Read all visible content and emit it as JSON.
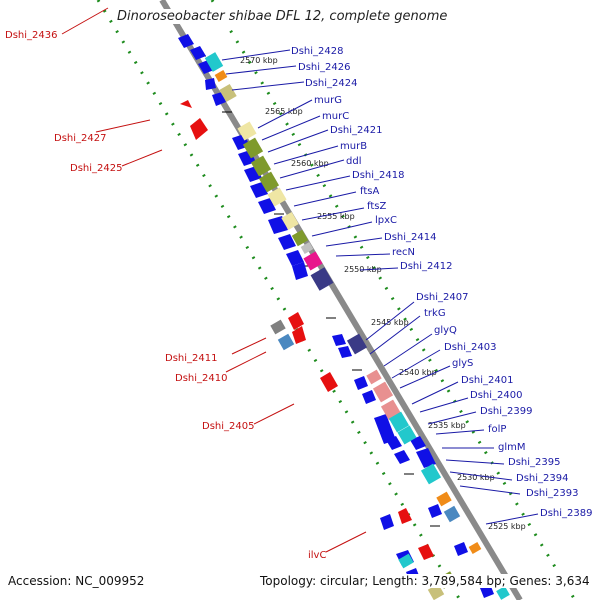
{
  "title": "Dinoroseobacter shibae DFL 12, complete genome",
  "footer": {
    "accession": "Accession: NC_009952",
    "topology": "Topology: circular; Length: 3,789,584 bp; Genes: 3,634"
  },
  "colors": {
    "backbone": "#8a8a8a",
    "dotted_track": "#1e8c1e",
    "label_blue": "#1a1aa6",
    "label_red": "#c41010",
    "cds_forward": "#1010e6",
    "cds_reverse": "#e61010",
    "cog_khaki": "#c8c07a",
    "cog_lightyellow": "#efe6a4",
    "cog_olive": "#7f9a2c",
    "cog_cyan": "#22c8cc",
    "cog_magenta": "#e8168c",
    "cog_purple": "#3a3a86",
    "cog_salmon": "#e89090",
    "cog_orange": "#f08c18",
    "cog_steelblue": "#4a88c0",
    "cog_gray": "#808080"
  },
  "ticks": [
    "2570 kbp",
    "2565 kbp",
    "2560 kbp",
    "2555 kbp",
    "2550 kbp",
    "2545 kbp",
    "2540 kbp",
    "2535 kbp",
    "2530 kbp",
    "2525 kbp"
  ],
  "forward_genes": [
    "Dshi_2428",
    "Dshi_2426",
    "Dshi_2424",
    "murG",
    "murC",
    "Dshi_2421",
    "murB",
    "ddl",
    "Dshi_2418",
    "ftsA",
    "ftsZ",
    "lpxC",
    "Dshi_2414",
    "recN",
    "Dshi_2412",
    "Dshi_2407",
    "trkG",
    "glyQ",
    "Dshi_2403",
    "glyS",
    "Dshi_2401",
    "Dshi_2400",
    "Dshi_2399",
    "folP",
    "glmM",
    "Dshi_2395",
    "Dshi_2394",
    "Dshi_2393",
    "Dshi_2389"
  ],
  "reverse_genes": [
    "Dshi_2436",
    "Dshi_2427",
    "Dshi_2425",
    "Dshi_2411",
    "Dshi_2410",
    "Dshi_2405",
    "ilvC"
  ]
}
